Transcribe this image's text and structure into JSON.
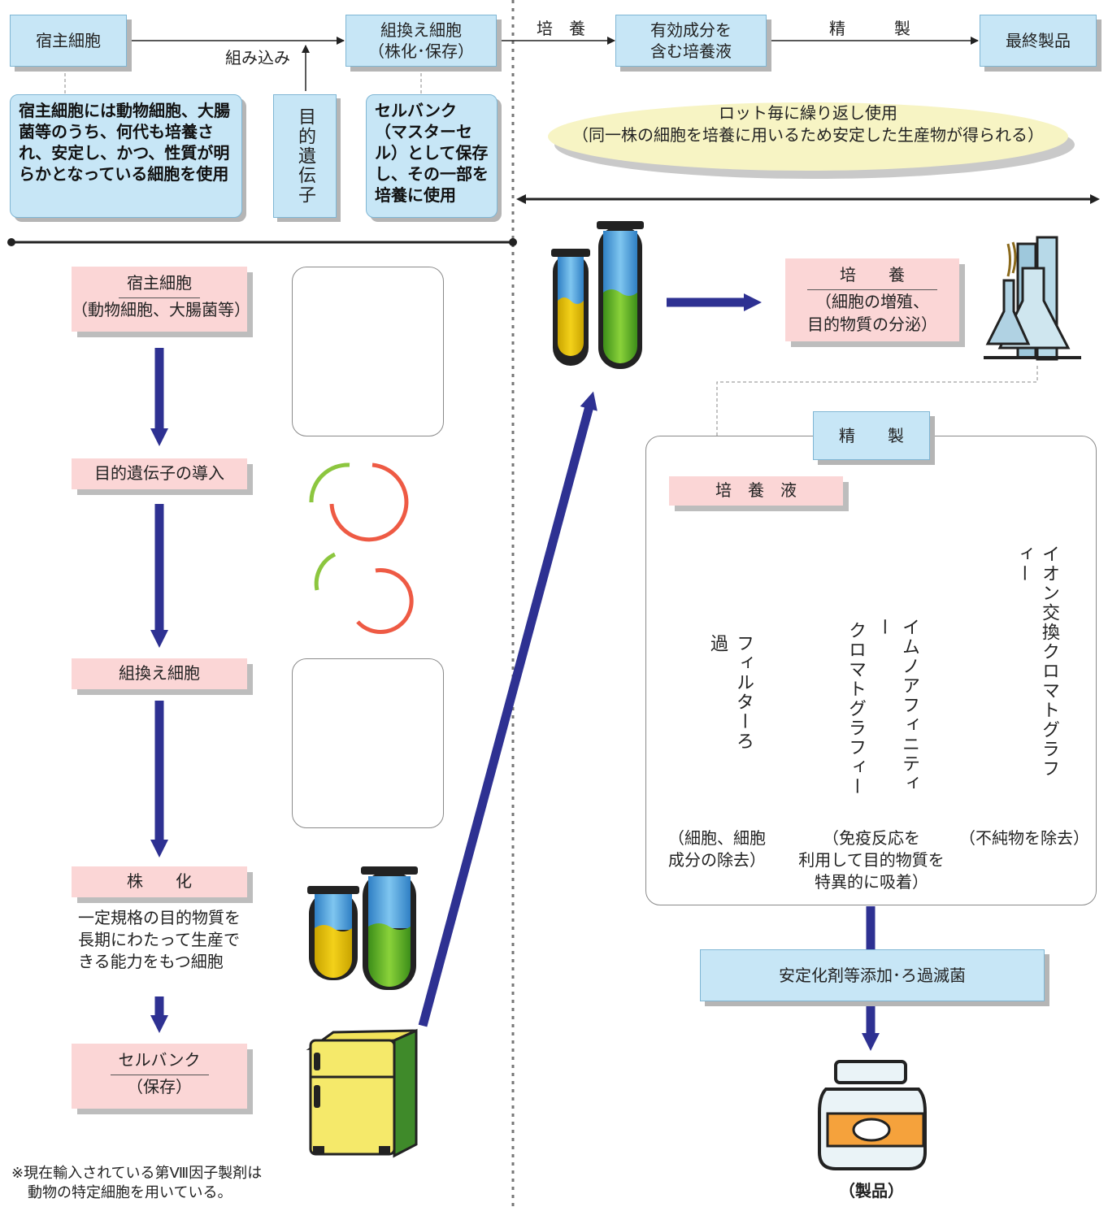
{
  "top": {
    "host_cell": "宿主細胞",
    "integration": "組み込み",
    "recombinant_line1": "組換え細胞",
    "recombinant_line2": "（株化･保存）",
    "culture_arrow": "培　養",
    "effective_line1": "有効成分を",
    "effective_line2": "含む培養液",
    "purify_arrow": "精　　　製",
    "final_product": "最終製品",
    "host_note": "宿主細胞には動物細胞、大腸菌等のうち、何代も培養され、安定し、かつ、性質が明らかとなっている細胞を使用",
    "target_gene": "目的遺伝子",
    "cellbank_note": "セルバンク（マスターセル）として保存し、その一部を培養に使用",
    "lot_line1": "ロット毎に繰り返し使用",
    "lot_line2": "（同一株の細胞を培養に用いるため安定した生産物が得られる）"
  },
  "left_steps": {
    "host_title": "宿主細胞",
    "host_sub": "（動物細胞、大腸菌等）",
    "gene_intro": "目的遺伝子の導入",
    "recombinant": "組換え細胞",
    "cloning": "株　　化",
    "cloning_desc": "一定規格の目的物質を長期にわたって生産できる能力をもつ細胞",
    "cellbank_title": "セルバンク",
    "cellbank_sub": "（保存）",
    "footnote_line1": "※現在輸入されている第Ⅷ因子製剤は",
    "footnote_line2": "動物の特定細胞を用いている。"
  },
  "right_flow": {
    "culture_title": "培　　養",
    "culture_sub1": "（細胞の増殖、",
    "culture_sub2": "目的物質の分泌）",
    "purify_title": "精　　製",
    "medium": "培　養　液",
    "col1": "フィルターろ過",
    "col2a": "イムノアフィニティー",
    "col2b": "クロマトグラフィー",
    "col3": "イオン交換クロマトグラフィー",
    "col1_note1": "（細胞、細胞",
    "col1_note2": "成分の除去）",
    "col2_note1": "（免疫反応を",
    "col2_note2": "利用して目的物質を",
    "col2_note3": "特異的に吸着）",
    "col3_note": "（不純物を除去）",
    "stabilize": "安定化剤等添加･ろ過滅菌",
    "product": "（製品）"
  },
  "colors": {
    "blue_box": "#c7e6f6",
    "pink_box": "#fbd6d6",
    "arrow_navy": "#2e3192",
    "ring_red": "#ee5a44",
    "ring_green": "#8cc63f",
    "ellipse_yellow": "#f7f4c4"
  }
}
